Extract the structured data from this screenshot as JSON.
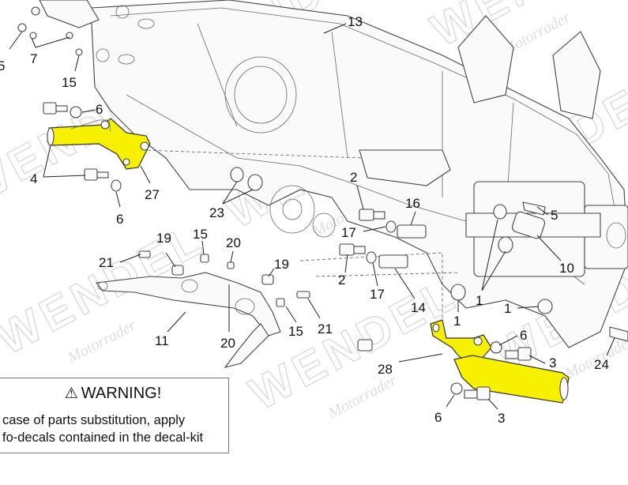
{
  "diagram": {
    "watermark": {
      "brand": "WENDEL",
      "sub": "Motorrader"
    },
    "highlight_color": "#f7f000",
    "labels": [
      {
        "id": "l5a",
        "text": "5"
      },
      {
        "id": "l7",
        "text": "7"
      },
      {
        "id": "l15a",
        "text": "15"
      },
      {
        "id": "l13",
        "text": "13"
      },
      {
        "id": "l6a",
        "text": "6"
      },
      {
        "id": "l4",
        "text": "4"
      },
      {
        "id": "l27",
        "text": "27"
      },
      {
        "id": "l6b",
        "text": "6"
      },
      {
        "id": "l23",
        "text": "23"
      },
      {
        "id": "l2a",
        "text": "2"
      },
      {
        "id": "l16",
        "text": "16"
      },
      {
        "id": "l17a",
        "text": "17"
      },
      {
        "id": "l2b",
        "text": "2"
      },
      {
        "id": "l17b",
        "text": "17"
      },
      {
        "id": "l14",
        "text": "14"
      },
      {
        "id": "l5b",
        "text": "5"
      },
      {
        "id": "l10",
        "text": "10"
      },
      {
        "id": "l1a",
        "text": "1"
      },
      {
        "id": "l1b",
        "text": "1"
      },
      {
        "id": "l1c",
        "text": "1"
      },
      {
        "id": "l19a",
        "text": "19"
      },
      {
        "id": "l15b",
        "text": "15"
      },
      {
        "id": "l20a",
        "text": "20"
      },
      {
        "id": "l21a",
        "text": "21"
      },
      {
        "id": "l19b",
        "text": "19"
      },
      {
        "id": "l11",
        "text": "11"
      },
      {
        "id": "l20b",
        "text": "20"
      },
      {
        "id": "l15c",
        "text": "15"
      },
      {
        "id": "l21b",
        "text": "21"
      },
      {
        "id": "l6c",
        "text": "6"
      },
      {
        "id": "l3a",
        "text": "3"
      },
      {
        "id": "l28",
        "text": "28"
      },
      {
        "id": "l24",
        "text": "24"
      },
      {
        "id": "l6d",
        "text": "6"
      },
      {
        "id": "l3b",
        "text": "3"
      }
    ]
  },
  "warning": {
    "title": "WARNING!",
    "line1": "case of parts substitution, apply",
    "line2": "fo-decals contained in the decal-kit"
  }
}
